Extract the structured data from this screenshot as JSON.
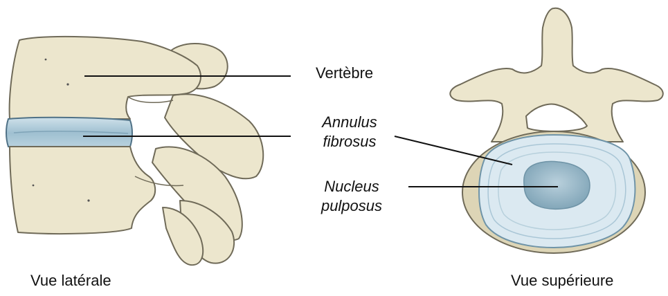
{
  "labels": {
    "vertebra": "Vertèbre",
    "annulus_line1": "Annulus",
    "annulus_line2": "fibrosus",
    "nucleus_line1": "Nucleus",
    "nucleus_line2": "pulposus",
    "lateral_view": "Vue latérale",
    "superior_view": "Vue supérieure"
  },
  "colors": {
    "bone": "#ece6cd",
    "bone_outline": "#6f6a58",
    "bone_shadow": "#d8d0b0",
    "annulus": "#a7c6d6",
    "annulus_light": "#dbe9f1",
    "nucleus": "#8fb0c0",
    "leader_line": "#111111"
  }
}
